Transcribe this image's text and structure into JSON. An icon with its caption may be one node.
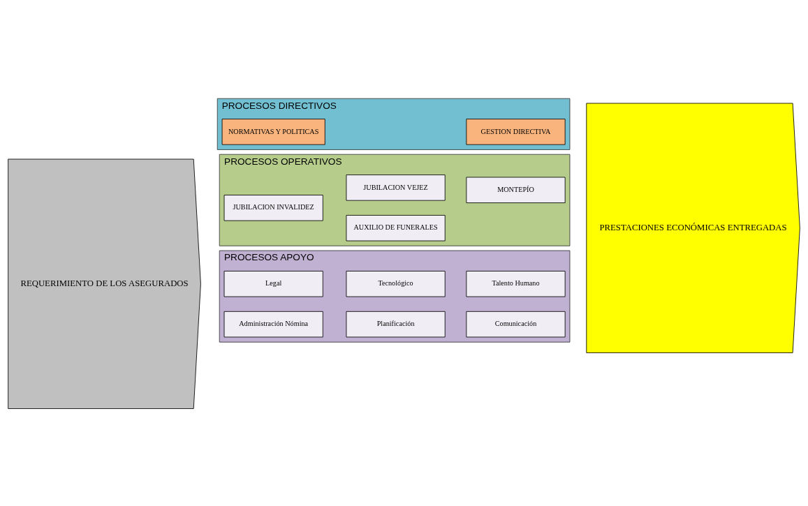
{
  "diagram": {
    "nodes": [
      {
        "text": [
          "REQUERIMIENTO DE LOS ASEGURADOS"
        ]
      },
      {
        "text": [
          "PROCESOS DIRECTIVOS"
        ]
      },
      {
        "text": [
          "NORMATIVAS Y POLITICAS"
        ],
        "in": 1
      },
      {
        "text": [
          "GESTION DIRECTIVA"
        ],
        "in": 1
      },
      {
        "text": [
          "PROCESOS OPERATIVOS"
        ]
      },
      {
        "text": [
          "JUBILACION INVALIDEZ"
        ],
        "in": 4
      },
      {
        "text": [
          "JUBILACION VEJEZ"
        ],
        "in": 4
      },
      {
        "text": [
          "MONTEPÍO"
        ],
        "in": 4
      },
      {
        "text": [
          "AUXILIO DE FUNERALES"
        ],
        "in": 4
      },
      {
        "text": [
          "PROCESOS APOYO"
        ]
      },
      {
        "text": [
          "Administración Nómina"
        ],
        "in": 9
      },
      {
        "text": [
          "Planificación"
        ],
        "in": 9
      },
      {
        "text": [
          "Comunicación"
        ],
        "in": 9
      },
      {
        "text": [
          "Legal"
        ],
        "in": 9
      },
      {
        "text": [
          "Tecnológico"
        ],
        "in": 9
      },
      {
        "text": [
          "Talento Humano"
        ],
        "in": 9
      },
      {
        "text": [
          "PRESTACIONES ECONÓMICAS ENTREGADAS"
        ]
      }
    ],
    "edges": []
  }
}
